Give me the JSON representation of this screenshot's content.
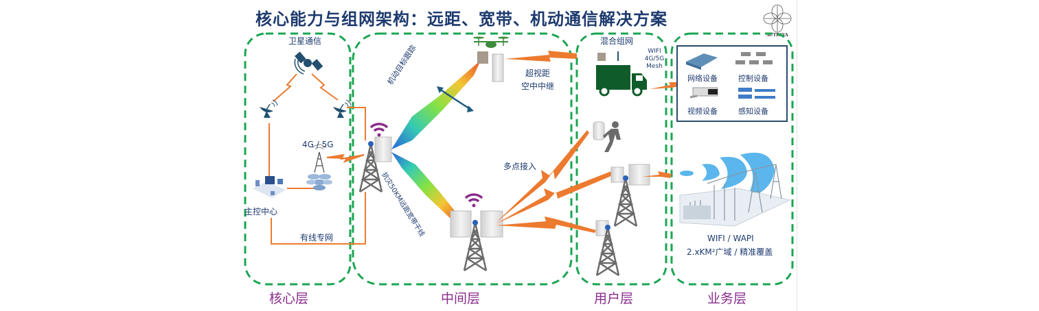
{
  "title": "核心能力与组网架构：远距、宽带、机动通信解决方案",
  "logo": {
    "text": "ACTEAVA"
  },
  "colors": {
    "title": "#1d3a6e",
    "dashed_border": "#1aa551",
    "link_orange": "#ec7a2f",
    "layer_label": "#8a2b8c",
    "tower_gray": "#6b6b6b",
    "truck_green": "#0f5c2a",
    "wifi_purple": "#8a2b8c"
  },
  "core_layer": {
    "label": "核心层",
    "satellite": "卫星通信",
    "cellular": "4G / 5G",
    "control_center": "主控中心",
    "wired_network": "有线专网"
  },
  "middle_layer": {
    "label": "中间层",
    "tracking": "机动目标跟踪",
    "relay_line1": "超视距",
    "relay_line2": "空中中继",
    "trunk": "抗灾50KM远距宽带干线",
    "multipoint": "多点接入"
  },
  "user_layer": {
    "label": "用户层",
    "hybrid": "混合组网",
    "hybrid_tech": [
      "WIFI",
      "4G/5G",
      "Mesh"
    ]
  },
  "service_layer": {
    "label": "业务层",
    "devices": [
      "网络设备",
      "控制设备",
      "视频设备",
      "感知设备"
    ],
    "coverage_line1": "WIFI / WAPI",
    "coverage_line2": "2.xKM²广域 / 精准覆盖"
  }
}
